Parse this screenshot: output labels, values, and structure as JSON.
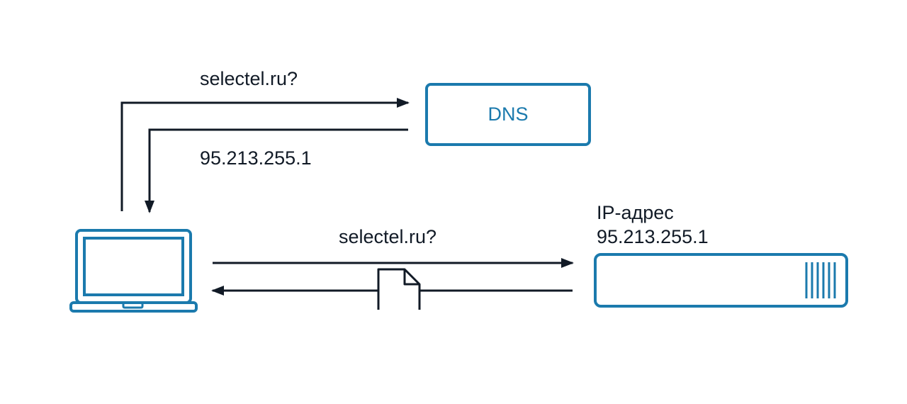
{
  "diagram": {
    "dns_query_label": "selectel.ru?",
    "dns_response_label": "95.213.255.1",
    "dns_node_label": "DNS",
    "server_query_label": "selectel.ru?",
    "server_ip_heading": "IP-адрес",
    "server_ip_value": "95.213.255.1",
    "icons": [
      "laptop-icon",
      "server-icon",
      "document-icon"
    ],
    "colors": {
      "arrow": "#111a26",
      "node": "#1b7aad",
      "text": "#111a26"
    }
  }
}
